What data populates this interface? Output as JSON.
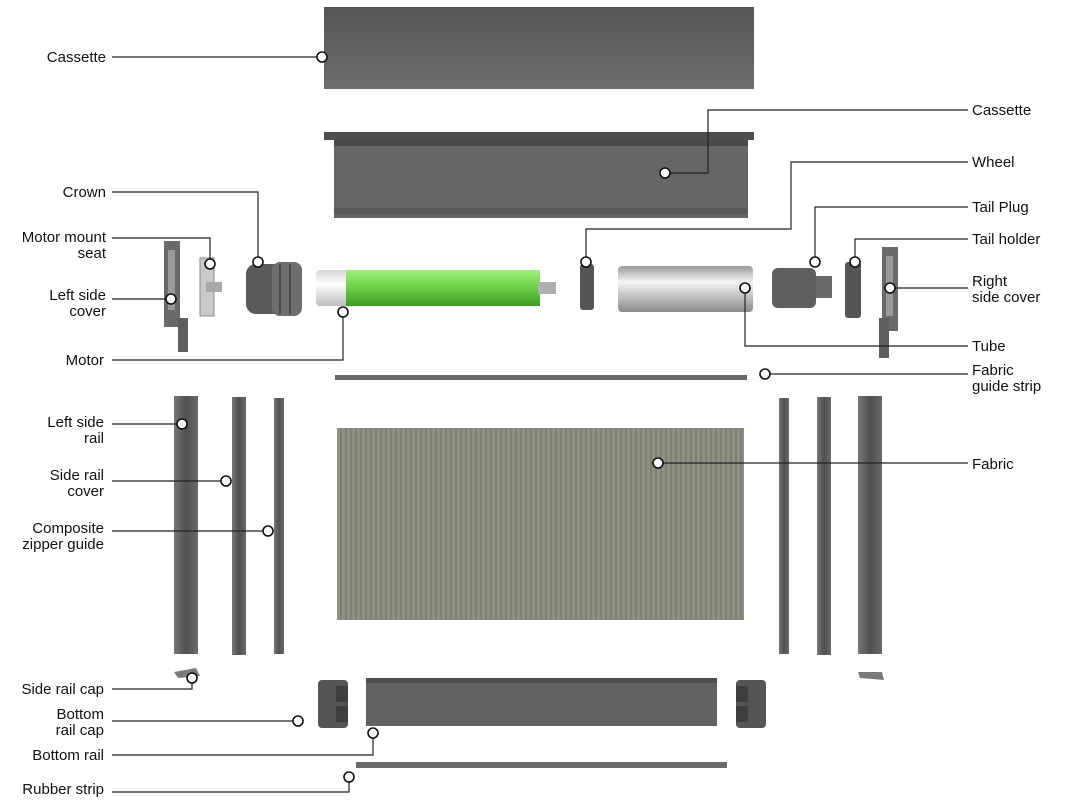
{
  "colors": {
    "metal_dark": "#5a5a5a",
    "metal_mid": "#6e6e6e",
    "motor_green": "#6fd24a",
    "fabric": "#8e8e82",
    "tube_silver": "#e6e6e6",
    "leader": "#222222"
  },
  "labels": {
    "cassette_top": "Cassette",
    "cassette_front": "Cassette",
    "crown": "Crown",
    "wheel": "Wheel",
    "motor_mount_seat": [
      "Motor mount",
      "seat"
    ],
    "tail_plug": "Tail Plug",
    "tail_holder": "Tail holder",
    "left_side_cover": [
      "Left side",
      "cover"
    ],
    "right_side_cover": [
      "Right",
      "side cover"
    ],
    "motor": "Motor",
    "tube": "Tube",
    "fabric_guide_strip": [
      "Fabric",
      "guide strip"
    ],
    "left_side_rail": [
      "Left side",
      "rail"
    ],
    "fabric": "Fabric",
    "side_rail_cover": [
      "Side rail",
      "cover"
    ],
    "composite_zipper_guide": [
      "Composite",
      "zipper guide"
    ],
    "side_rail_cap": "Side rail cap",
    "bottom_rail_cap": [
      "Bottom",
      "rail cap"
    ],
    "bottom_rail": "Bottom rail",
    "rubber_strip": "Rubber strip"
  }
}
